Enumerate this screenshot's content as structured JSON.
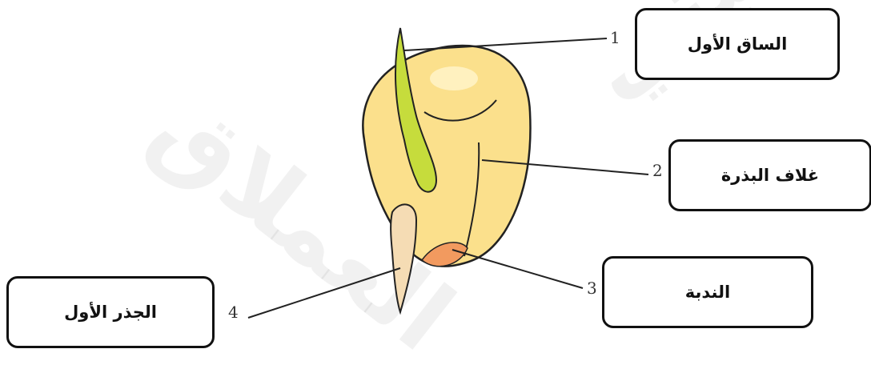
{
  "labels": [
    {
      "number": "1",
      "text": "الساق الأول"
    },
    {
      "number": "2",
      "text": "غلاف البذرة"
    },
    {
      "number": "3",
      "text": "الندبة"
    },
    {
      "number": "4",
      "text": "الجذر الأول"
    }
  ],
  "watermark": {
    "left": "العملاق",
    "right": "قابليتي"
  },
  "colors": {
    "seed_fill": "#fbe08c",
    "seed_outline": "#222222",
    "shoot": "#c6dc3c",
    "root": "#f5dcb4",
    "hilum": "#f29a5f",
    "highlight": "#fff1bf"
  }
}
